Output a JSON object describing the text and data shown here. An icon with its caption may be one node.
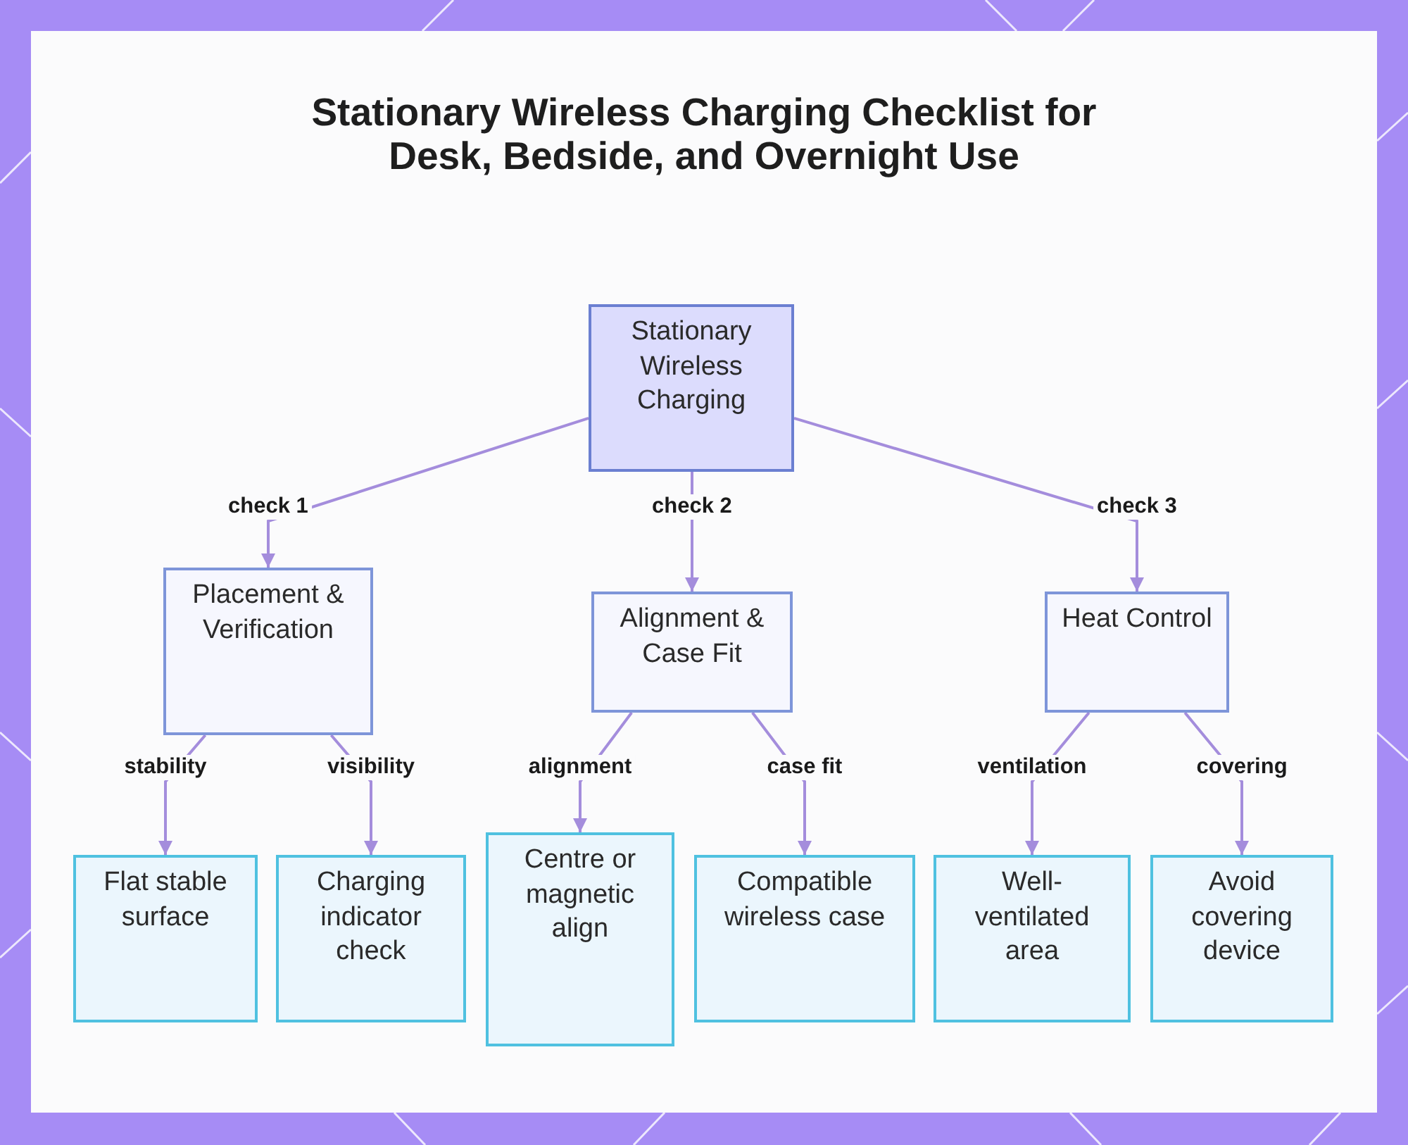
{
  "diagram": {
    "title": "Stationary Wireless Charging Checklist for Desk, Bedside, and Overnight Use",
    "nodes": [
      {
        "text": [
          "Stationary Wireless Charging"
        ]
      },
      {
        "text": [
          "Placement & Verification"
        ]
      },
      {
        "text": [
          "Alignment & Case Fit"
        ]
      },
      {
        "text": [
          "Heat Control"
        ]
      },
      {
        "text": [
          "Flat stable surface"
        ]
      },
      {
        "text": [
          "Charging indicator check"
        ]
      },
      {
        "text": [
          "Centre or magnetic align"
        ]
      },
      {
        "text": [
          "Compatible wireless case"
        ]
      },
      {
        "text": [
          "Well-ventilated area"
        ]
      },
      {
        "text": [
          "Avoid covering device"
        ]
      }
    ],
    "edges": [
      {
        "from": 0,
        "to": 1,
        "arrow": "to",
        "label": "check 1"
      },
      {
        "from": 0,
        "to": 2,
        "arrow": "to",
        "label": "check 2"
      },
      {
        "from": 0,
        "to": 3,
        "arrow": "to",
        "label": "check 3"
      },
      {
        "from": 1,
        "to": 4,
        "arrow": "to",
        "label": "stability"
      },
      {
        "from": 1,
        "to": 5,
        "arrow": "to",
        "label": "visibility"
      },
      {
        "from": 2,
        "to": 6,
        "arrow": "to",
        "label": "alignment"
      },
      {
        "from": 2,
        "to": 7,
        "arrow": "to",
        "label": "case fit"
      },
      {
        "from": 3,
        "to": 8,
        "arrow": "to",
        "label": "ventilation"
      },
      {
        "from": 3,
        "to": 9,
        "arrow": "to",
        "label": "covering"
      }
    ]
  }
}
